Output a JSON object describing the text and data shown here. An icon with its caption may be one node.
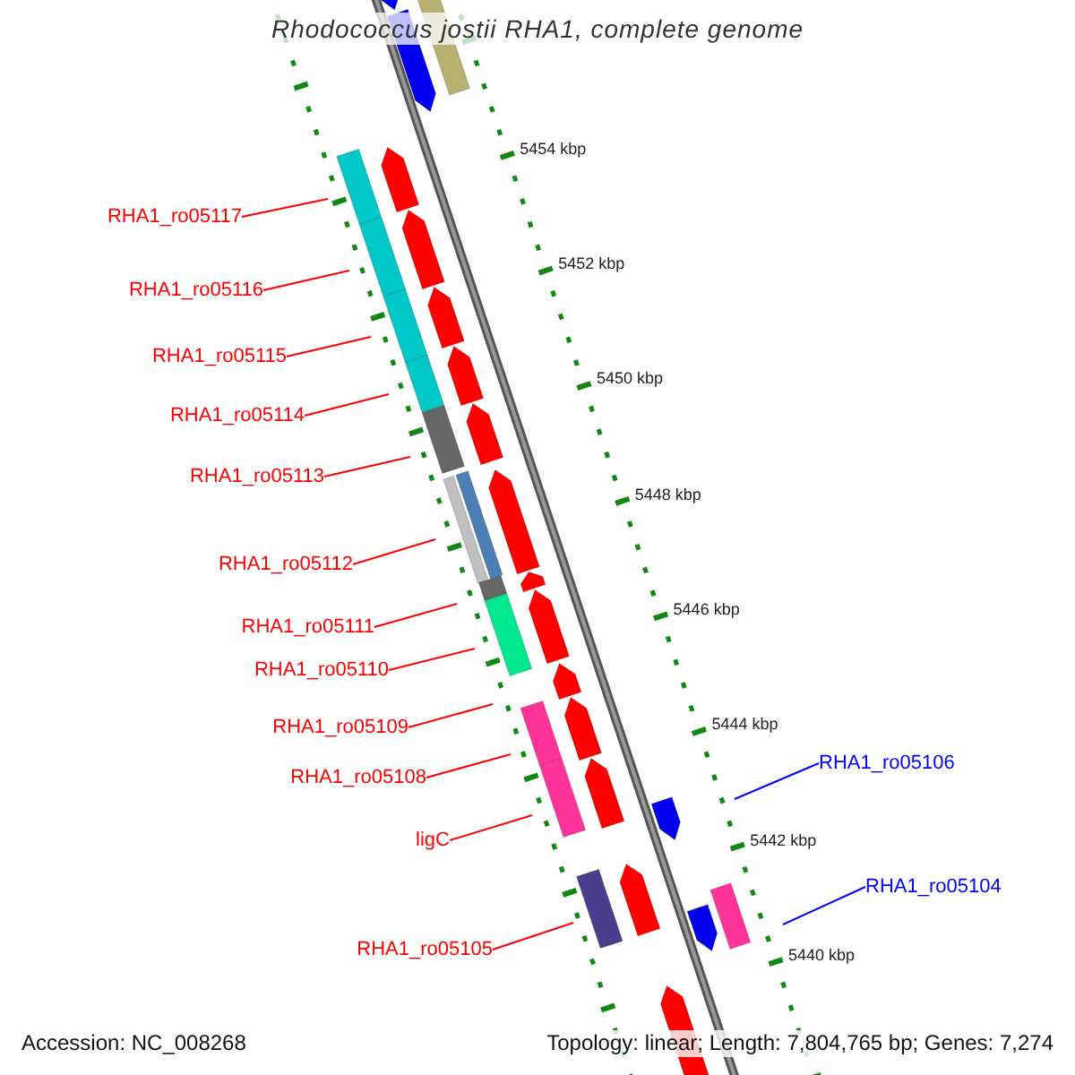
{
  "diagram": {
    "title": "Rhodococcus jostii RHA1, complete genome",
    "nodes": [
      {
        "text": [
          "RHA1_ro05117"
        ]
      },
      {
        "text": [
          "RHA1_ro05116"
        ]
      },
      {
        "text": [
          "RHA1_ro05115"
        ]
      },
      {
        "text": [
          "RHA1_ro05114"
        ]
      },
      {
        "text": [
          "RHA1_ro05113"
        ]
      },
      {
        "text": [
          "RHA1_ro05112"
        ]
      },
      {
        "text": [
          "RHA1_ro05111"
        ]
      },
      {
        "text": [
          "RHA1_ro05110"
        ]
      },
      {
        "text": [
          "RHA1_ro05109"
        ]
      },
      {
        "text": [
          "RHA1_ro05108"
        ]
      },
      {
        "text": [
          "ligC"
        ]
      },
      {
        "text": [
          "RHA1_ro05105"
        ]
      },
      {
        "text": [
          "RHA1_ro05106"
        ]
      },
      {
        "text": [
          "RHA1_ro05104"
        ]
      }
    ],
    "edges": [
      {
        "from": 0,
        "to": null,
        "arrow": "none",
        "color": "#ff0000"
      },
      {
        "from": 1,
        "to": null,
        "arrow": "none",
        "color": "#ff0000"
      },
      {
        "from": 2,
        "to": null,
        "arrow": "none",
        "color": "#ff0000"
      },
      {
        "from": 3,
        "to": null,
        "arrow": "none",
        "color": "#ff0000"
      },
      {
        "from": 4,
        "to": null,
        "arrow": "none",
        "color": "#ff0000"
      },
      {
        "from": 5,
        "to": null,
        "arrow": "none",
        "color": "#ff0000"
      },
      {
        "from": 6,
        "to": null,
        "arrow": "none",
        "color": "#ff0000"
      },
      {
        "from": 7,
        "to": null,
        "arrow": "none",
        "color": "#ff0000"
      },
      {
        "from": 8,
        "to": null,
        "arrow": "none",
        "color": "#ff0000"
      },
      {
        "from": 9,
        "to": null,
        "arrow": "none",
        "color": "#ff0000"
      },
      {
        "from": 10,
        "to": null,
        "arrow": "none",
        "color": "#ff0000"
      },
      {
        "from": 11,
        "to": null,
        "arrow": "none",
        "color": "#ff0000"
      },
      {
        "from": 12,
        "to": null,
        "arrow": "none",
        "color": "#0000ff"
      },
      {
        "from": 13,
        "to": null,
        "arrow": "none",
        "color": "#0000ff"
      }
    ],
    "labels": [
      "5454 kbp",
      "5452 kbp",
      "5450 kbp",
      "5448 kbp",
      "5446 kbp",
      "5444 kbp",
      "5442 kbp",
      "5440 kbp",
      "Accession: NC_008268",
      "Topology: linear; Length: 7,804,765 bp; Genes: 7,274"
    ]
  }
}
